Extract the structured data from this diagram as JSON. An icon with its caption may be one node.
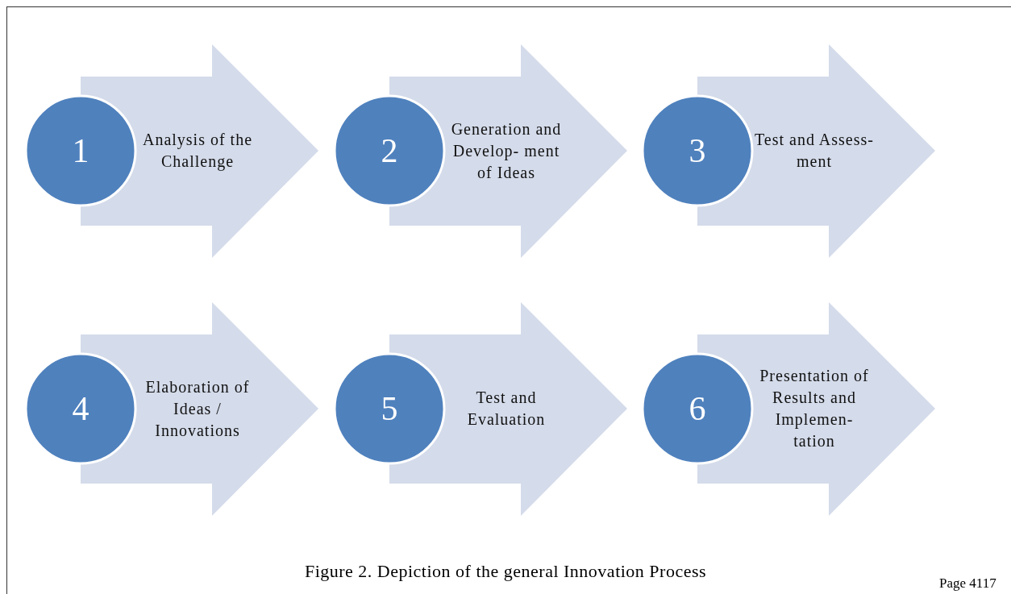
{
  "diagram": {
    "caption": "Figure 2. Depiction of the general Innovation Process",
    "nodes": [
      {
        "text": [
          "1"
        ]
      },
      {
        "text": [
          "Analysis of the Challenge"
        ]
      },
      {
        "text": [
          "2"
        ]
      },
      {
        "text": [
          "Generation and Develop- ment of Ideas"
        ]
      },
      {
        "text": [
          "3"
        ]
      },
      {
        "text": [
          "Test and Assess- ment"
        ]
      },
      {
        "text": [
          "4"
        ]
      },
      {
        "text": [
          "Elaboration of Ideas / Innovations"
        ]
      },
      {
        "text": [
          "5"
        ]
      },
      {
        "text": [
          "Test and Evaluation"
        ]
      },
      {
        "text": [
          "6"
        ]
      },
      {
        "text": [
          "Presentation of Results and Implemen- tation"
        ]
      }
    ],
    "labels": [
      "Page 4117"
    ]
  }
}
